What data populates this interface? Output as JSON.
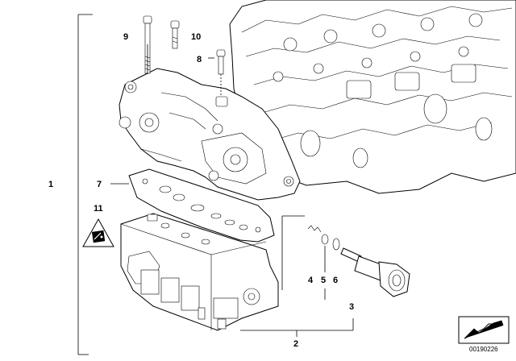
{
  "callouts": {
    "c1": "1",
    "c2": "2",
    "c3": "3",
    "c4": "4",
    "c5": "5",
    "c6": "6",
    "c7": "7",
    "c8": "8",
    "c9": "9",
    "c10": "10",
    "c11": "11"
  },
  "doc_id": "00190226",
  "icons": {
    "warning": "warning-triangle-icon",
    "nav": "arrow-icon"
  }
}
